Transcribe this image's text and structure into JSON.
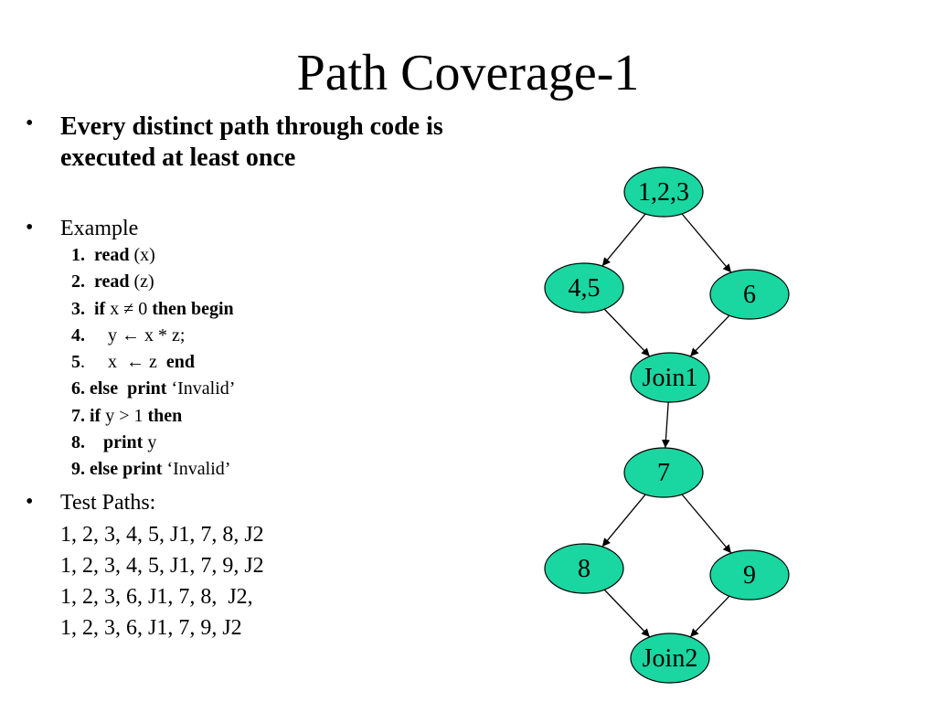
{
  "slide": {
    "title": "Path Coverage-1"
  },
  "bullets": {
    "bullet_char": "•",
    "definition": "Every distinct path through code is executed at least once",
    "example_label": "Example",
    "test_paths_label": "Test Paths:"
  },
  "code": [
    {
      "num": "1.",
      "sep": "  ",
      "parts": [
        {
          "t": "read",
          "b": true
        },
        {
          "t": " (x)",
          "b": false
        }
      ]
    },
    {
      "num": "2.",
      "sep": "  ",
      "parts": [
        {
          "t": "read",
          "b": true
        },
        {
          "t": " (z)",
          "b": false
        }
      ]
    },
    {
      "num": "3.",
      "sep": "  ",
      "parts": [
        {
          "t": "if",
          "b": true
        },
        {
          "t": " x ≠ 0 ",
          "b": false
        },
        {
          "t": "then begin",
          "b": true
        }
      ]
    },
    {
      "num": "4.",
      "sep": "     ",
      "parts": [
        {
          "t": "y ← x * z;",
          "b": false
        }
      ]
    },
    {
      "num": "5",
      "sep": ".     ",
      "parts": [
        {
          "t": "x  ← z  ",
          "b": false
        },
        {
          "t": "end",
          "b": true
        }
      ]
    },
    {
      "num": "6.",
      "sep": " ",
      "parts": [
        {
          "t": "else  print",
          "b": true
        },
        {
          "t": " ‘Invalid’",
          "b": false
        }
      ]
    },
    {
      "num": "7.",
      "sep": " ",
      "parts": [
        {
          "t": "if",
          "b": true
        },
        {
          "t": " y > 1 ",
          "b": false
        },
        {
          "t": "then",
          "b": true
        }
      ]
    },
    {
      "num": "8.",
      "sep": "    ",
      "parts": [
        {
          "t": "print",
          "b": true
        },
        {
          "t": " y",
          "b": false
        }
      ]
    },
    {
      "num": "9.",
      "sep": " ",
      "parts": [
        {
          "t": "else print",
          "b": true
        },
        {
          "t": " ‘Invalid’",
          "b": false
        }
      ]
    }
  ],
  "test_paths": [
    "1, 2, 3, 4, 5, J1, 7, 8, J2",
    "1, 2, 3, 4, 5, J1, 7, 9, J2",
    "1, 2, 3, 6, J1, 7, 8,  J2,",
    "1, 2, 3, 6, J1, 7, 9, J2"
  ],
  "graph": {
    "node_color": "#1ad6a0",
    "edge_color": "#000000",
    "nodes": [
      {
        "id": "n123",
        "label": "1,2,3"
      },
      {
        "id": "n45",
        "label": "4,5"
      },
      {
        "id": "n6",
        "label": "6"
      },
      {
        "id": "join1",
        "label": "Join1"
      },
      {
        "id": "n7",
        "label": "7"
      },
      {
        "id": "n8",
        "label": "8"
      },
      {
        "id": "n9",
        "label": "9"
      },
      {
        "id": "join2",
        "label": "Join2"
      }
    ],
    "edges": [
      {
        "from": "n123",
        "to": "n45"
      },
      {
        "from": "n123",
        "to": "n6"
      },
      {
        "from": "n45",
        "to": "join1"
      },
      {
        "from": "n6",
        "to": "join1"
      },
      {
        "from": "join1",
        "to": "n7"
      },
      {
        "from": "n7",
        "to": "n8"
      },
      {
        "from": "n7",
        "to": "n9"
      },
      {
        "from": "n8",
        "to": "join2"
      },
      {
        "from": "n9",
        "to": "join2"
      }
    ]
  }
}
